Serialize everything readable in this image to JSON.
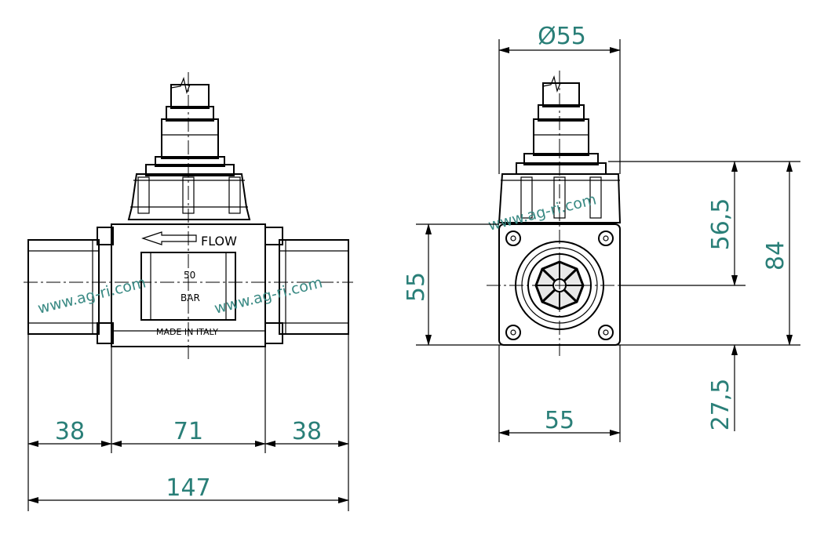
{
  "front_view": {
    "flow_label": "FLOW",
    "pressure_value": "50",
    "pressure_unit": "BAR",
    "made_in": "MADE IN ITALY",
    "dims": {
      "left_port": "38",
      "body_width": "71",
      "right_port": "38",
      "total_length": "147"
    },
    "watermark_left": "www.ag-ri.com",
    "watermark_right": "www.ag-ri.com"
  },
  "side_view": {
    "dims": {
      "diameter": "Ø55",
      "body_height": "55",
      "body_width": "55",
      "upper_height": "56,5",
      "total_height": "84",
      "lower_height": "27,5"
    },
    "watermark": "www.ag-ri.com"
  },
  "colors": {
    "body_green": "#b8f0b0",
    "cap_pink": "#f4b8b4",
    "dimension_teal": "#2a7f78"
  }
}
